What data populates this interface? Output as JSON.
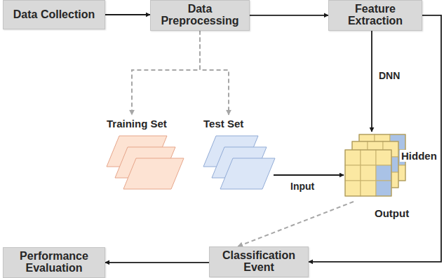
{
  "diagram": {
    "nodes": [
      {
        "text": [
          "Data Collection"
        ]
      },
      {
        "text": [
          "Data Preprocessing"
        ]
      },
      {
        "text": [
          "Feature Extraction"
        ]
      },
      {
        "text": [
          "Training Set"
        ]
      },
      {
        "text": [
          "Test Set"
        ]
      },
      {
        "text": [
          "Hidden",
          "Output"
        ]
      },
      {
        "text": [
          "Performance Evaluation"
        ]
      },
      {
        "text": [
          "Classification Event"
        ]
      }
    ],
    "edges": [
      {
        "from": 0,
        "to": 1,
        "arrow": "to"
      },
      {
        "from": 1,
        "to": 2,
        "arrow": "to"
      },
      {
        "from": 2,
        "to": 7,
        "arrow": "to"
      },
      {
        "from": 1,
        "to": 3,
        "arrow": "to"
      },
      {
        "from": 1,
        "to": 4,
        "arrow": "to"
      },
      {
        "from": 2,
        "to": 5,
        "label": "DNN",
        "arrow": "to"
      },
      {
        "from": 4,
        "to": 5,
        "label": "Input",
        "arrow": "to"
      },
      {
        "from": 5,
        "to": 7,
        "arrow": "to"
      },
      {
        "from": 7,
        "to": 6,
        "arrow": "to"
      }
    ]
  }
}
